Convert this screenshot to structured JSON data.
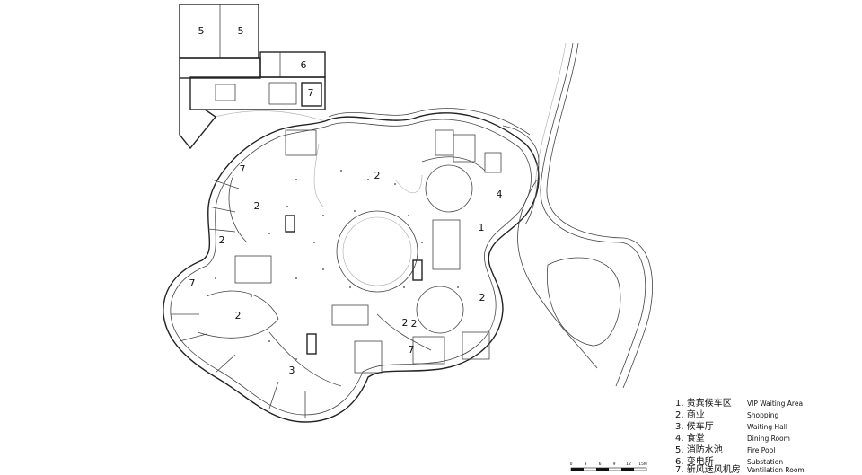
{
  "room_labels": [
    {
      "num": "5"
    },
    {
      "num": "5"
    },
    {
      "num": "6"
    },
    {
      "num": "7"
    },
    {
      "num": "7"
    },
    {
      "num": "2"
    },
    {
      "num": "2"
    },
    {
      "num": "4"
    },
    {
      "num": "2"
    },
    {
      "num": "1"
    },
    {
      "num": "7"
    },
    {
      "num": "2"
    },
    {
      "num": "2"
    },
    {
      "num": "2"
    },
    {
      "num": "3"
    },
    {
      "num": "7"
    },
    {
      "num": "2"
    }
  ],
  "legend": [
    {
      "cn": "1. 贵宾候车区",
      "en": "VIP Waiting Area"
    },
    {
      "cn": "2. 商业",
      "en": "Shopping"
    },
    {
      "cn": "3. 候车厅",
      "en": "Waiting Hall"
    },
    {
      "cn": "4. 食堂",
      "en": "Dining Room"
    },
    {
      "cn": "5. 消防水池",
      "en": "Fire Pool"
    },
    {
      "cn": "6. 变电所",
      "en": "Substation"
    },
    {
      "cn": "7. 新风送风机房",
      "en": "Ventilation Room"
    }
  ],
  "scale_bar": {
    "ticks": [
      "0",
      "3",
      "6",
      "9",
      "12",
      "15M"
    ]
  }
}
